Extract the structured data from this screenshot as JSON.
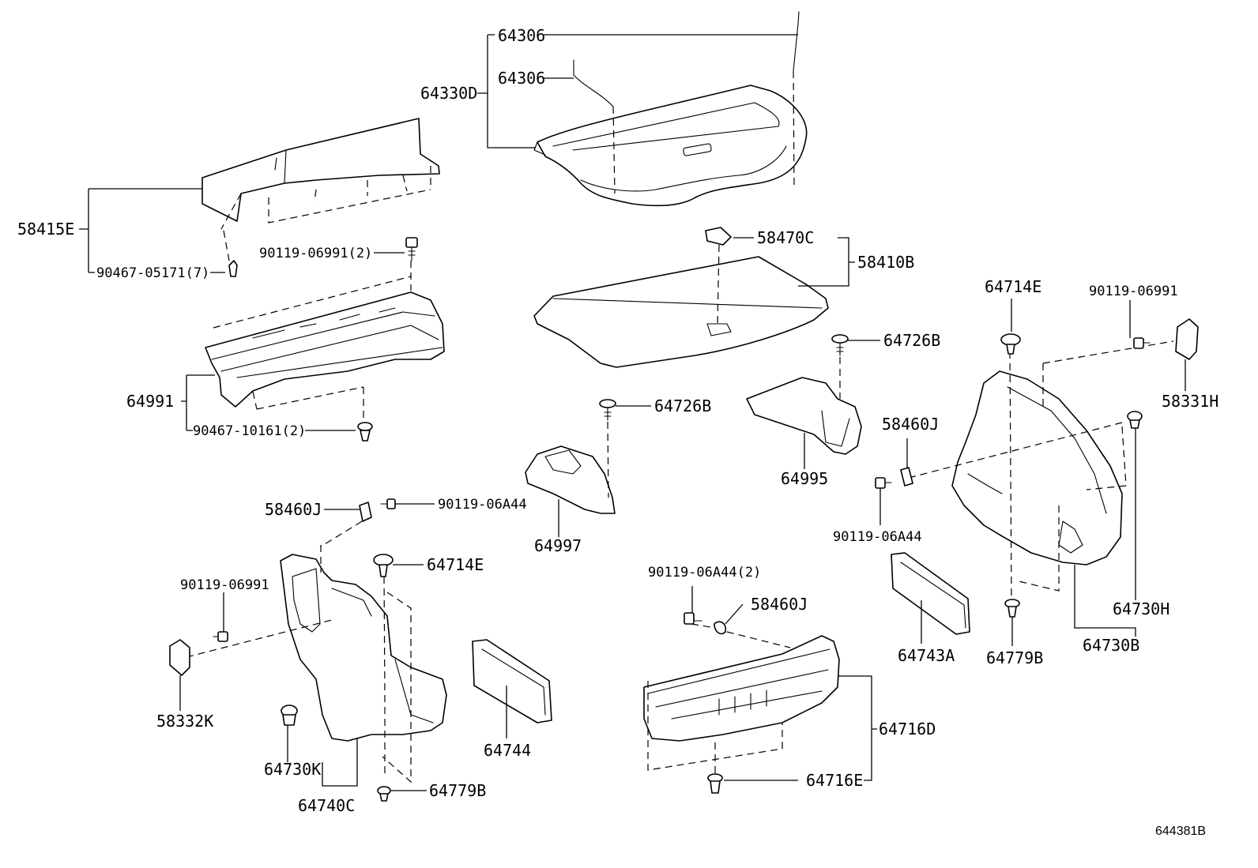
{
  "diagram": {
    "reference_code": "644381B",
    "callouts": {
      "p64306_top": "64306",
      "p64306_mid": "64306",
      "p64330D": "64330D",
      "p58415E": "58415E",
      "p90467_05171": "90467-05171(7)",
      "p90119_06991_2": "90119-06991(2)",
      "p64991": "64991",
      "p90467_10161": "90467-10161(2)",
      "p58470C": "58470C",
      "p58410B": "58410B",
      "p64726B_right": "64726B",
      "p64726B_left": "64726B",
      "p64995": "64995",
      "p64997": "64997",
      "p58460J_left": "58460J",
      "p90119_06A44_left": "90119-06A44",
      "p64714E_left": "64714E",
      "p90119_06991_left": "90119-06991",
      "p58332K": "58332K",
      "p64730K": "64730K",
      "p64740C": "64740C",
      "p64779B_left": "64779B",
      "p64744": "64744",
      "p90119_06A44_2": "90119-06A44(2)",
      "p58460J_mid": "58460J",
      "p64716D": "64716D",
      "p64716E": "64716E",
      "p64714E_right": "64714E",
      "p90119_06991_right": "90119-06991",
      "p58331H": "58331H",
      "p58460J_right": "58460J",
      "p90119_06A44_right": "90119-06A44",
      "p64743A": "64743A",
      "p64779B_right": "64779B",
      "p64730H": "64730H",
      "p64730B": "64730B"
    }
  }
}
